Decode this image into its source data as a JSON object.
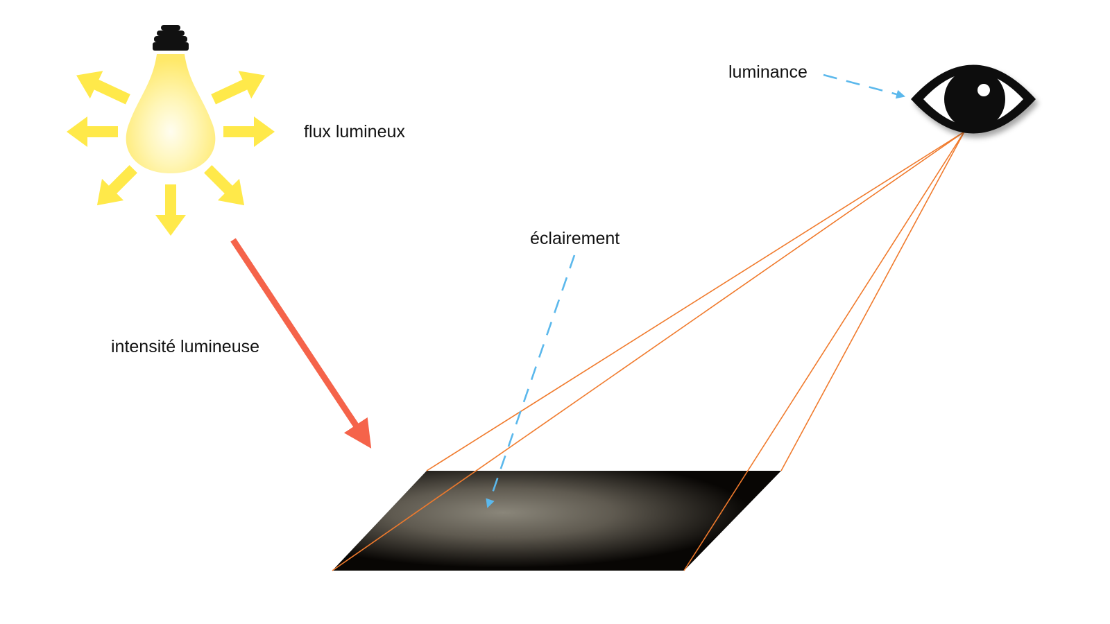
{
  "labels": {
    "flux": "flux lumineux",
    "intensite": "intensité lumineuse",
    "eclairement": "éclairement",
    "luminance": "luminance"
  },
  "colors": {
    "bulb_glow": "#fff3a0",
    "bulb_core": "#fffbe0",
    "bulb_base": "#111111",
    "flux_arrows": "#ffe94a",
    "intensity_arrow": "#f5634a",
    "pointer_dashes": "#5bb8ec",
    "view_lines": "#f07a2c",
    "surface_dark": "#080604",
    "surface_light": "#8a867a",
    "eye": "#111111"
  },
  "icons": {
    "light_source": "light-bulb-icon",
    "observer": "eye-icon"
  }
}
